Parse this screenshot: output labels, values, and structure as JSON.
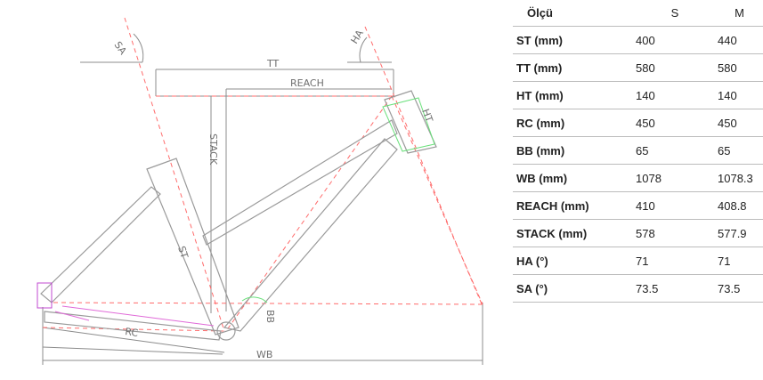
{
  "diagram": {
    "labels": {
      "sa": "SA",
      "ha": "HA",
      "tt": "TT",
      "reach": "REACH",
      "ht": "HT",
      "stack": "STACK",
      "st": "ST",
      "bb": "BB",
      "rc": "RC",
      "wb": "WB"
    }
  },
  "table": {
    "headers": [
      "Ölçü",
      "S",
      "M"
    ],
    "rows": [
      {
        "name": "ST (mm)",
        "s": "400",
        "m": "440"
      },
      {
        "name": "TT (mm)",
        "s": "580",
        "m": "580"
      },
      {
        "name": "HT (mm)",
        "s": "140",
        "m": "140"
      },
      {
        "name": "RC (mm)",
        "s": "450",
        "m": "450"
      },
      {
        "name": "BB (mm)",
        "s": "65",
        "m": "65"
      },
      {
        "name": "WB (mm)",
        "s": "1078",
        "m": "1078.3"
      },
      {
        "name": "REACH (mm)",
        "s": "410",
        "m": "408.8"
      },
      {
        "name": "STACK (mm)",
        "s": "578",
        "m": "577.9"
      },
      {
        "name": "HA (°)",
        "s": "71",
        "m": "71"
      },
      {
        "name": "SA (°)",
        "s": "73.5",
        "m": "73.5"
      }
    ]
  }
}
